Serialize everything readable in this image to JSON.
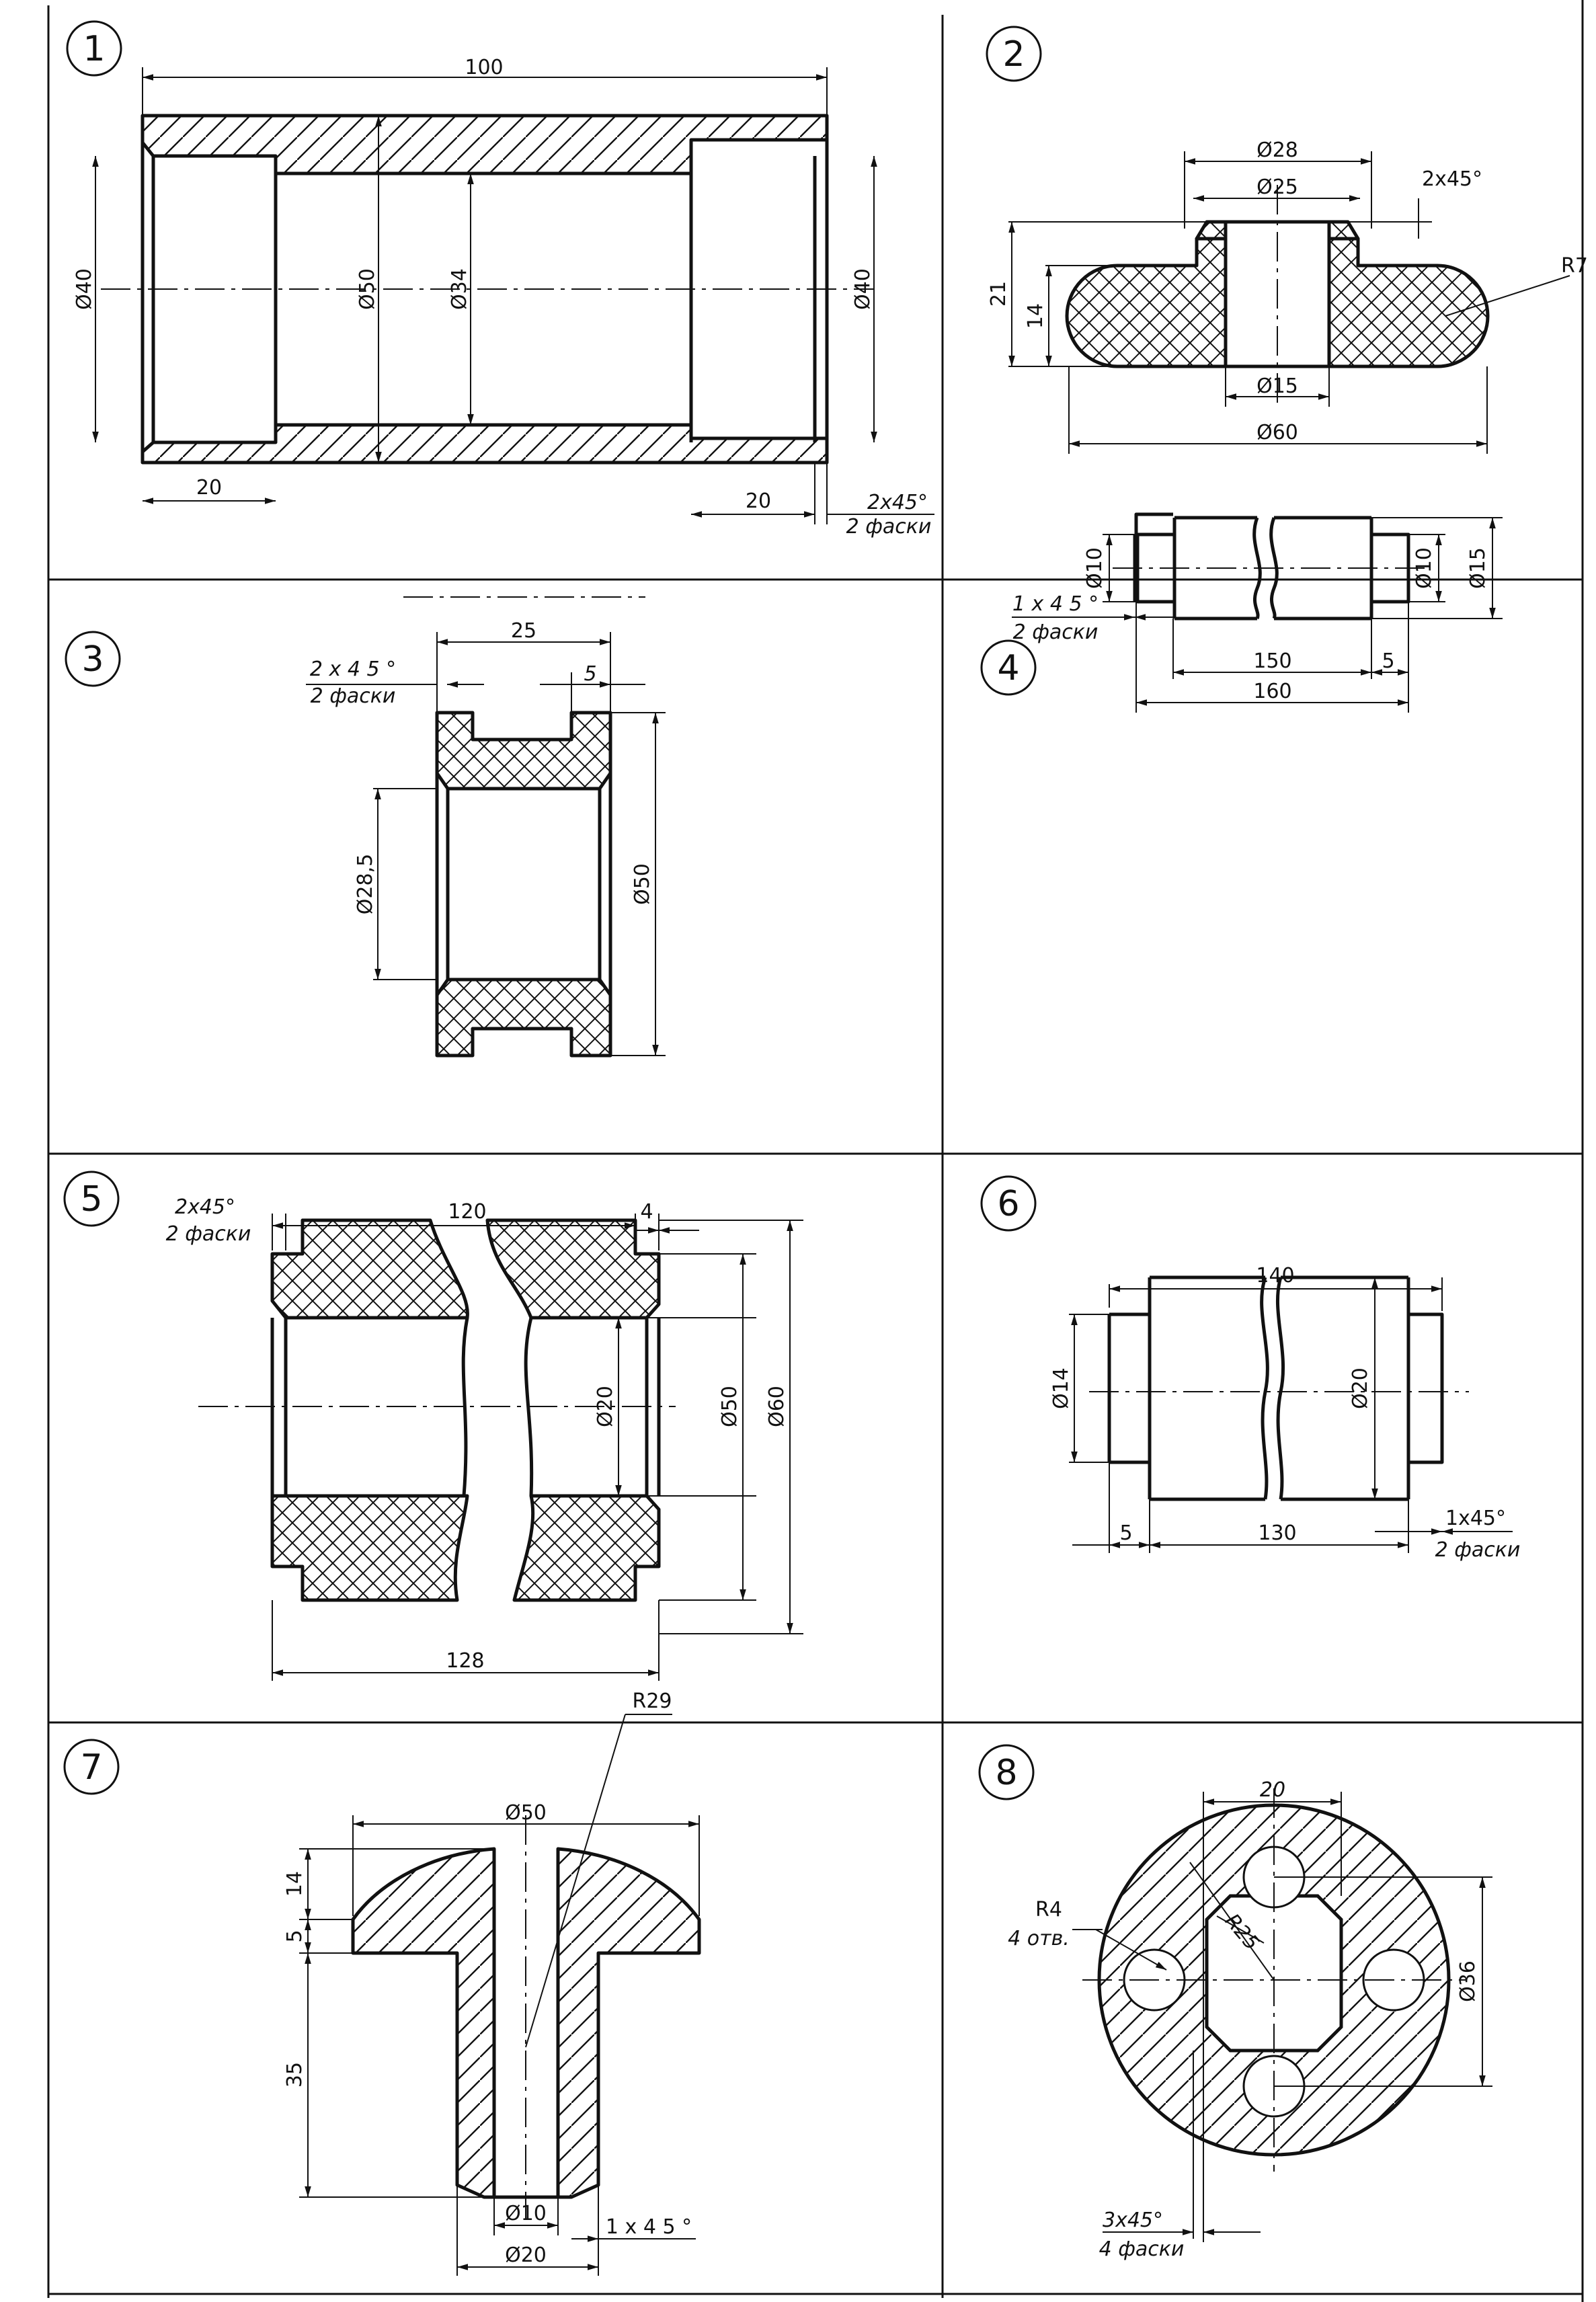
{
  "panels": [
    {
      "number": "1",
      "labels": {
        "len": "100",
        "d_left": "Ø40",
        "d_outer": "Ø50",
        "d_bore": "Ø34",
        "d_right": "Ø40",
        "step_left": "20",
        "step_right": "20",
        "chamfer": "2x45°",
        "chamfer_note": "2 фаски"
      }
    },
    {
      "number": "2",
      "labels": {
        "d_top": "Ø28",
        "d_inner": "Ø25",
        "chamfer": "2x45°",
        "radius": "R7",
        "height": "21",
        "height_inner": "14",
        "d_hole": "Ø15",
        "d_total": "Ø60"
      }
    },
    {
      "number": "3",
      "labels": {
        "len": "25",
        "groove": "5",
        "chamfer": "2 x 4 5 °",
        "chamfer_note": "2 фаски",
        "d_bore": "Ø28,5",
        "d_outer": "Ø50"
      }
    },
    {
      "number": "4",
      "labels": {
        "d_left": "Ø10",
        "d_right": "Ø10",
        "d_body": "Ø15",
        "chamfer": "1 x 4 5 °",
        "chamfer_note": "2 фаски",
        "len_body": "150",
        "len_step": "5",
        "len_total": "160"
      }
    },
    {
      "number": "5",
      "labels": {
        "chamfer": "2x45°",
        "chamfer_note": "2 фаски",
        "len": "120",
        "step": "4",
        "d_bore": "Ø20",
        "d_mid": "Ø50",
        "d_outer": "Ø60",
        "len_total": "128"
      }
    },
    {
      "number": "6",
      "labels": {
        "len_total": "140",
        "d_end": "Ø14",
        "d_body": "Ø20",
        "step": "5",
        "len_body": "130",
        "chamfer": "1x45°",
        "chamfer_note": "2 фаски"
      }
    },
    {
      "number": "7",
      "labels": {
        "radius": "R29",
        "d_head": "Ø50",
        "h_head": "14",
        "h_flat": "5",
        "h_stem": "35",
        "d_hole": "Ø10",
        "d_stem": "Ø20",
        "chamfer": "1 x 4 5 °"
      }
    },
    {
      "number": "8",
      "labels": {
        "width": "20",
        "hole_r": "R4",
        "hole_note": "4 отв.",
        "radius": "R25",
        "d_circle": "Ø36",
        "chamfer": "3x45°",
        "chamfer_note": "4 фаски"
      }
    }
  ]
}
